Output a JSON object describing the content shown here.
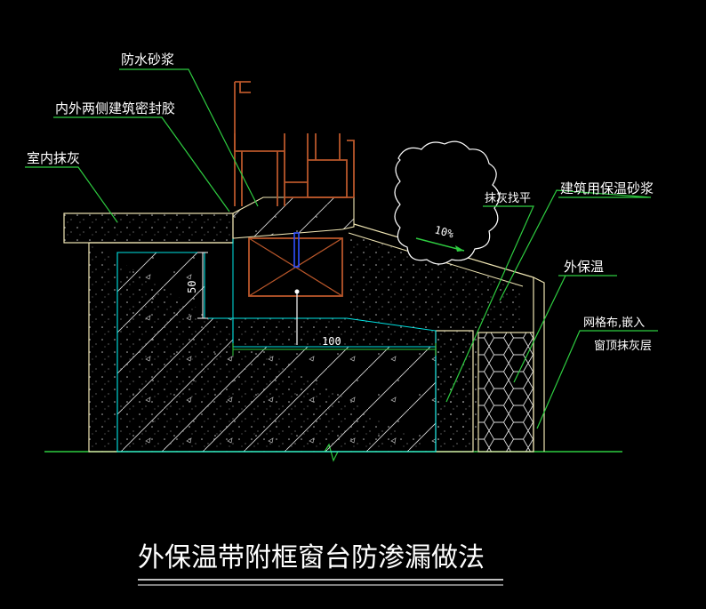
{
  "labels": {
    "waterproof_mortar": "防水砂浆",
    "sealant": "内外两侧建筑密封胶",
    "indoor_plaster": "室内抹灰",
    "level_plaster": "抹灰找平",
    "insulation_mortar": "建筑用保温砂浆",
    "outer_insulation": "外保温",
    "mesh_line1": "网格布,嵌入",
    "mesh_line2": "窗顶抹灰层"
  },
  "dimensions": {
    "height": "50",
    "width": "100",
    "slope": "10%"
  },
  "title": "外保温带附框窗台防渗漏做法",
  "colors": {
    "background": "#000000",
    "leader": "#2ecc40",
    "outline": "#f0e6b4",
    "frame": "#b8562a",
    "concrete_edge": "#00e5e5",
    "hatch": "#e0e0e0",
    "anchor": "#3050ff",
    "text": "#ffffff"
  }
}
